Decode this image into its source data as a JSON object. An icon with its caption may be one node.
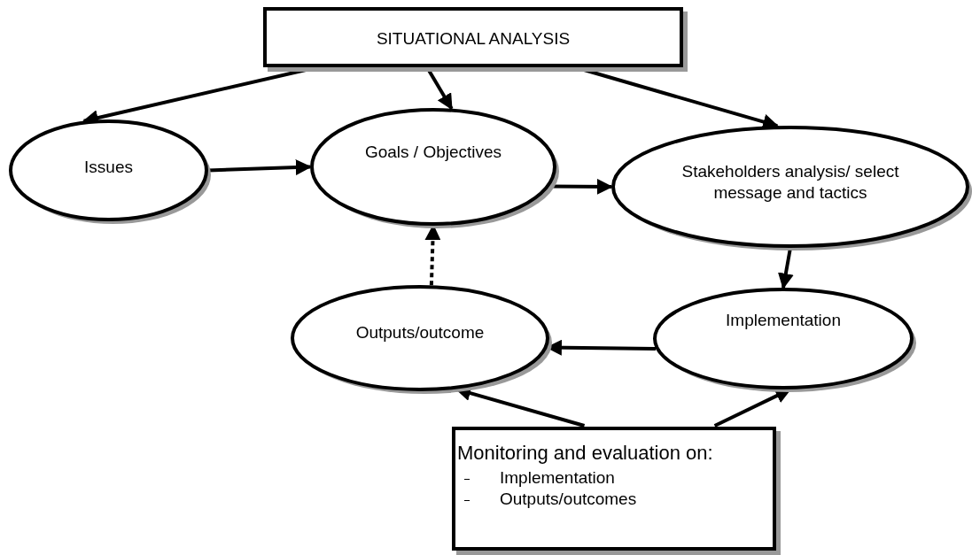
{
  "diagram": {
    "nodes": [
      {
        "text": [
          "SITUATIONAL ANALYSIS"
        ]
      },
      {
        "text": [
          "Issues"
        ]
      },
      {
        "text": [
          "Goals / Objectives"
        ]
      },
      {
        "text": [
          "Stakeholders analysis/ select message and tactics"
        ]
      },
      {
        "text": [
          "Implementation"
        ]
      },
      {
        "text": [
          "Outputs/outcome"
        ]
      },
      {
        "text": [
          "Monitoring and evaluation on:",
          "Implementation",
          "Outputs/outcomes"
        ]
      }
    ],
    "edges": [
      {
        "from": 0,
        "to": 1,
        "arrow": "to"
      },
      {
        "from": 0,
        "to": 2,
        "arrow": "to"
      },
      {
        "from": 0,
        "to": 3,
        "arrow": "to"
      },
      {
        "from": 1,
        "to": 2,
        "arrow": "to"
      },
      {
        "from": 2,
        "to": 3,
        "arrow": "to"
      },
      {
        "from": 3,
        "to": 4,
        "arrow": "to"
      },
      {
        "from": 5,
        "to": 2,
        "arrow": "to",
        "style": "dashed"
      },
      {
        "from": 4,
        "to": 5,
        "arrow": "to"
      },
      {
        "from": 6,
        "to": 5,
        "arrow": "to"
      },
      {
        "from": 6,
        "to": 4,
        "arrow": "to"
      }
    ]
  }
}
